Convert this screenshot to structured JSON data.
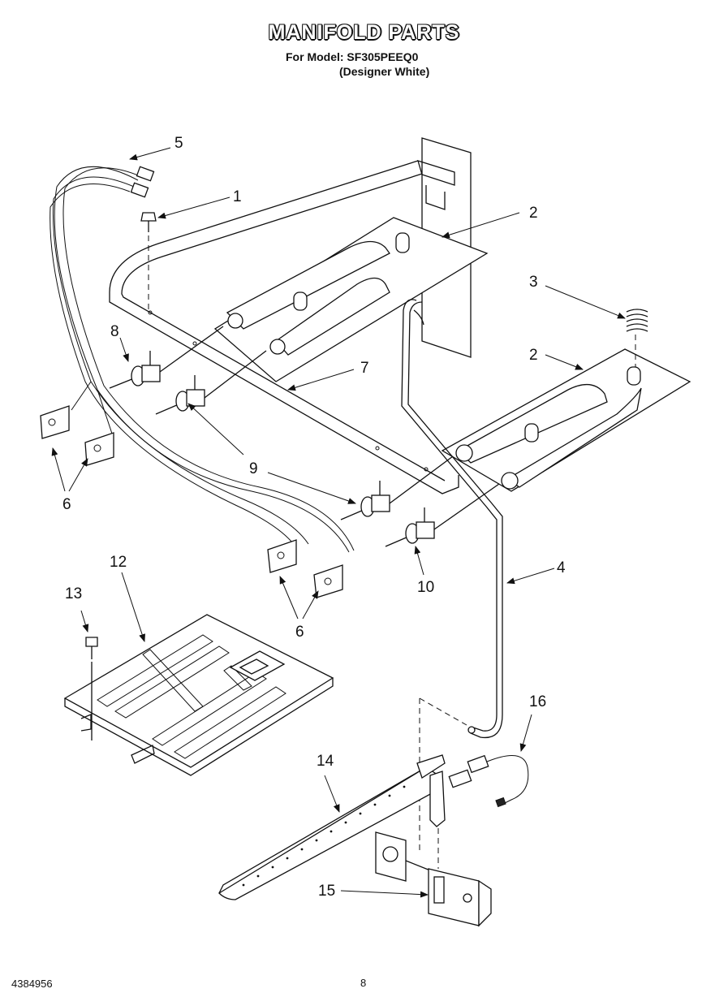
{
  "header": {
    "title": "MANIFOLD PARTS",
    "model": "For Model: SF305PEEQ0",
    "designer": "(Designer White)"
  },
  "footer": {
    "doc_number": "4384956",
    "page_number": "8"
  },
  "callouts": [
    {
      "id": "c1",
      "label": "1"
    },
    {
      "id": "c2a",
      "label": "2"
    },
    {
      "id": "c2b",
      "label": "2"
    },
    {
      "id": "c3",
      "label": "3"
    },
    {
      "id": "c4",
      "label": "4"
    },
    {
      "id": "c5",
      "label": "5"
    },
    {
      "id": "c6a",
      "label": "6"
    },
    {
      "id": "c6b",
      "label": "6"
    },
    {
      "id": "c7",
      "label": "7"
    },
    {
      "id": "c8",
      "label": "8"
    },
    {
      "id": "c9",
      "label": "9"
    },
    {
      "id": "c10",
      "label": "10"
    },
    {
      "id": "c12",
      "label": "12"
    },
    {
      "id": "c13",
      "label": "13"
    },
    {
      "id": "c14",
      "label": "14"
    },
    {
      "id": "c15",
      "label": "15"
    },
    {
      "id": "c16",
      "label": "16"
    }
  ]
}
